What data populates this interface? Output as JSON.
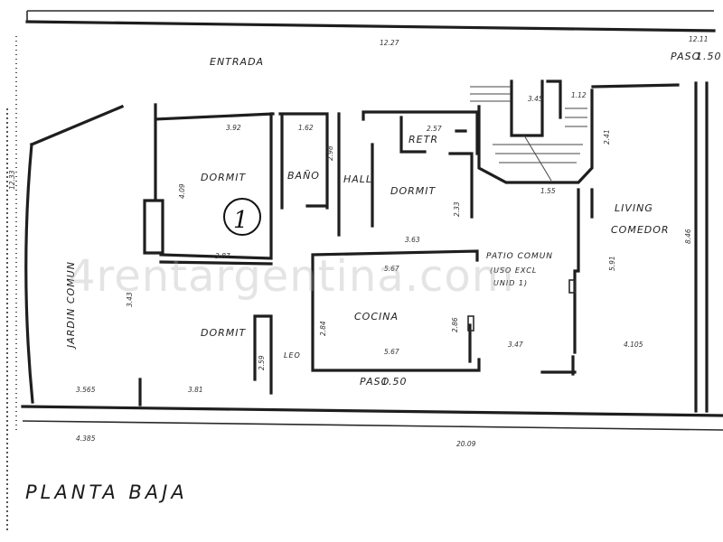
{
  "title": "PLANTA BAJA",
  "watermark": "4rentargentina.com",
  "unit_number": "1",
  "rooms": {
    "entrada": "ENTRADA",
    "paso_top": "PASO",
    "paso_top_value": "1.50",
    "dormit_1": "DORMIT",
    "bano": "BAÑO",
    "hall": "HALL",
    "dormit_2": "DORMIT",
    "retr": "RETR",
    "living": "LIVING",
    "comedor": "COMEDOR",
    "patio_comun_v": "JARDIN COMUN",
    "dormit_3": "DORMIT",
    "cocina": "COCINA",
    "patio_comun": "PATIO COMUN",
    "patio_uso": "(USO EXCL",
    "patio_uso2": "UNID 1)",
    "paso_bottom": "PASO",
    "paso_bottom_value": "1.50",
    "leo": "LEO"
  },
  "dimensions": {
    "top_total": "12.27",
    "top_right": "12.11",
    "d_392": "3.92",
    "d_162": "1.62",
    "d_257": "2.57",
    "d_345": "3.45",
    "d_112": "1.12",
    "d_567_top": "5.67",
    "d_567_bot": "5.67",
    "d_363": "3.63",
    "d_387": "3.87",
    "d_347": "3.47",
    "d_4105": "4.105",
    "d_381": "3.81",
    "d_3565": "3.565",
    "d_4385": "4.385",
    "d_2009": "20.09",
    "d_284": "2.84",
    "d_286": "2.86",
    "d_409": "4.09",
    "d_155": "1.55",
    "d_591": "5.91",
    "d_343": "3.43",
    "d_1233": "12.33",
    "d_846": "8.46",
    "d_241": "2.41",
    "d_233": "2.33",
    "d_298": "2.98",
    "d_259": "2.59"
  }
}
